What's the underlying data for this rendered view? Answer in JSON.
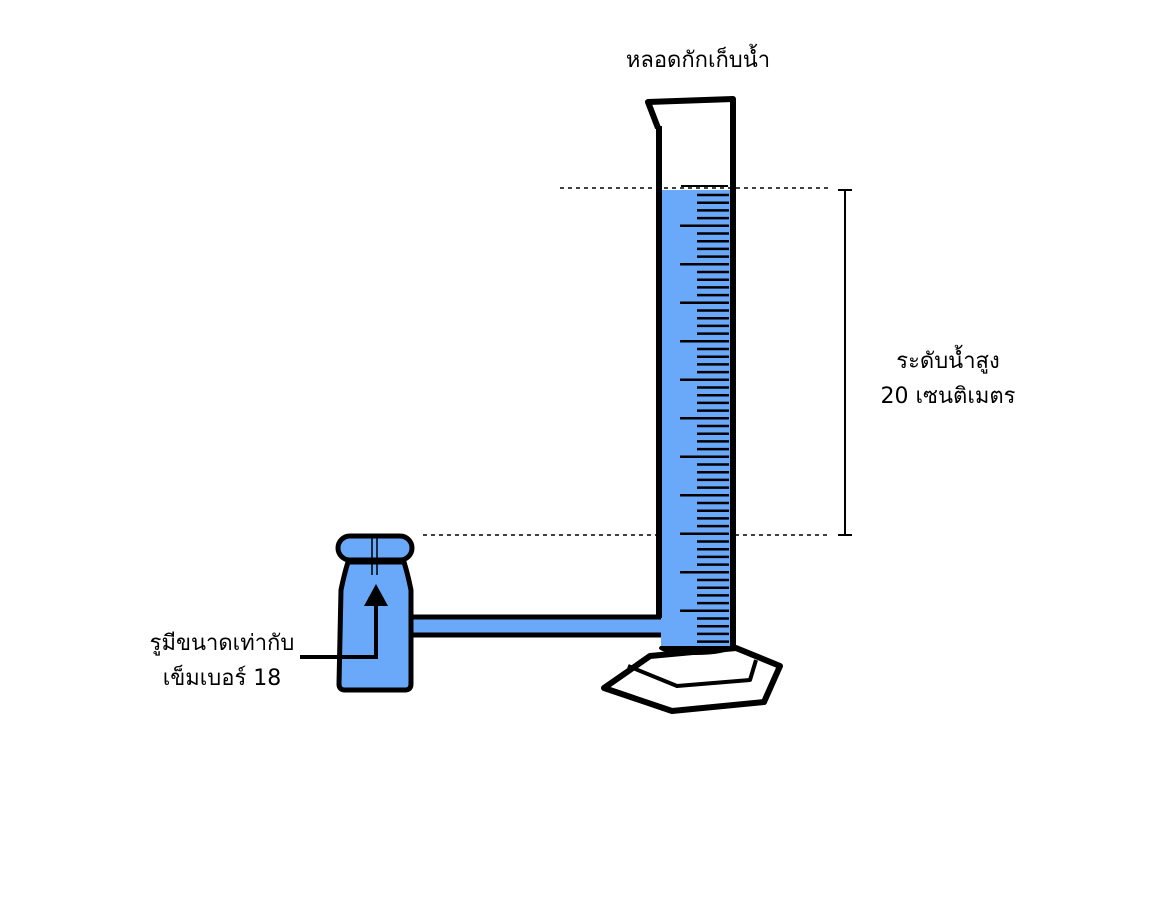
{
  "labels": {
    "cylinder_title": "หลอดกักเก็บน้ำ",
    "water_level_line1": "ระดับน้ำสูง",
    "water_level_line2": "20 เซนติเมตร",
    "hole_line1": "รูมีขนาดเท่ากับ",
    "hole_line2": "เข็มเบอร์ 18"
  },
  "colors": {
    "water": "#6aa8fa",
    "outline": "#000000"
  }
}
